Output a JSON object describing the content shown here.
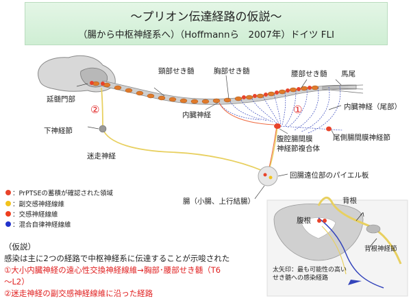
{
  "title": {
    "main": "～プリオン伝達経路の仮説～",
    "sub": "（腸から中枢神経系へ）（Hoffmannら　2007年）ドイツ FLI"
  },
  "labels": {
    "cervical": "頸部せき髄",
    "thoracic": "胸部せき髄",
    "lumbar": "腰部せき髄",
    "cauda": "馬尾",
    "medulla": "延髄門部",
    "visceral_nerve": "内臓神経",
    "visceral_nerve_tail": "内臓神経（尾部）",
    "inferior_ganglion": "下神経節",
    "vagus": "迷走神経",
    "celiac": "腹腔腸間膜\n神経節複合体",
    "caudal_ganglion": "尾側腸間膜神経節",
    "peyer": "回腸遠位部のパイエル板",
    "intestine": "腸（小腸、上行結腸）",
    "route1": "①",
    "route2": "②"
  },
  "legend": [
    {
      "color": "#e8432a",
      "text": "：PrPTSEの蓄積が確認された領域"
    },
    {
      "color": "#f2c31c",
      "text": "：副交感神経線維"
    },
    {
      "color": "#ef3e1e",
      "text": "：交感神経線維"
    },
    {
      "color": "#2233cc",
      "text": "：混合自律神経線維"
    }
  ],
  "hypothesis": {
    "heading": "（仮説）",
    "line1": "感染は主に2つの経路で中枢神経系に伝達することが示唆された",
    "line2": "①大小内臓神経の遠心性交換神経線維→胸部･腰部せき髄（T6",
    "line3": "～L2）",
    "line4": "②迷走神経の副交感神経線維に沿った経路"
  },
  "inset": {
    "dorsal_root": "背根",
    "ventral_root": "腹根",
    "dorsal_root_ganglion": "背根神経節",
    "arrow_note": "太矢印：最も可能性の高い\nせき髄への感染経路"
  },
  "colors": {
    "red": "#e02020",
    "yellow": "#f2c31c",
    "blue": "#2233cc",
    "orange": "#f28a2c"
  }
}
